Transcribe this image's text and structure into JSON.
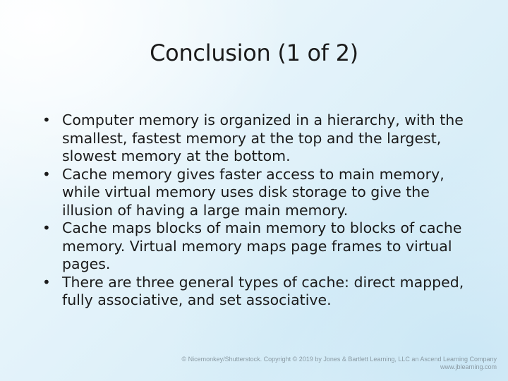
{
  "slide": {
    "title": "Conclusion (1 of 2)",
    "bullet_symbol": "•",
    "bullets": [
      "Computer memory is organized in a hierarchy, with the smallest, fastest memory at the top and the largest, slowest memory at the bottom.",
      "Cache memory gives faster access to main memory, while virtual memory uses disk storage to give the illusion of having a large main memory.",
      "Cache maps blocks of main memory to blocks of cache memory. Virtual memory maps page frames to virtual pages.",
      "There are three general types of cache: direct mapped, fully associative, and set associative."
    ]
  },
  "footer": {
    "copyright": "© Nicemonkey/Shutterstock. Copyright © 2019 by Jones & Bartlett Learning, LLC an Ascend Learning Company",
    "website": "www.jblearning.com"
  }
}
